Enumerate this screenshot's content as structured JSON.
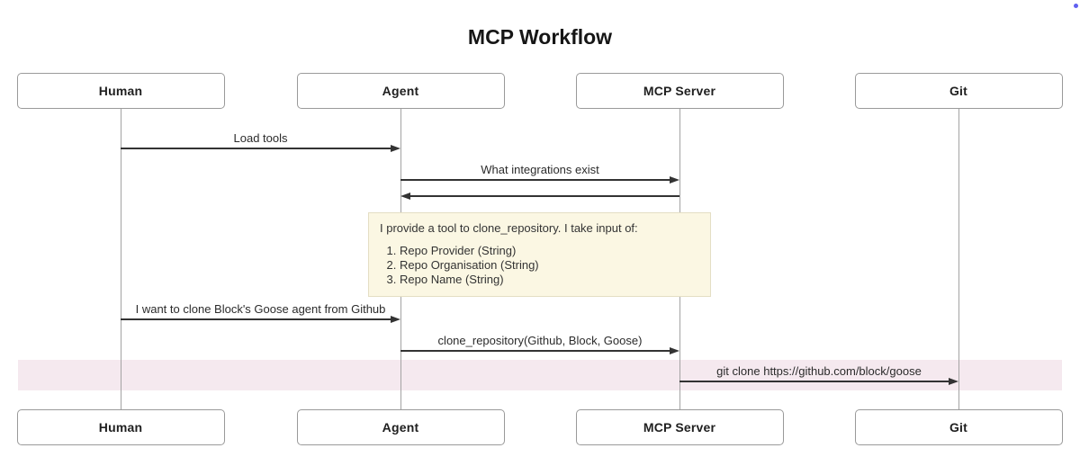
{
  "title": "MCP Workflow",
  "participants": [
    {
      "id": "human",
      "label": "Human"
    },
    {
      "id": "agent",
      "label": "Agent"
    },
    {
      "id": "mcp-server",
      "label": "MCP Server"
    },
    {
      "id": "git",
      "label": "Git"
    }
  ],
  "messages": [
    {
      "from": "human",
      "to": "agent",
      "label": "Load tools"
    },
    {
      "from": "agent",
      "to": "mcp-server",
      "label": "What integrations exist"
    },
    {
      "from": "mcp-server",
      "to": "agent",
      "label": ""
    },
    {
      "from": "human",
      "to": "agent",
      "label": "I want to clone Block's Goose agent from Github"
    },
    {
      "from": "agent",
      "to": "mcp-server",
      "label": "clone_repository(Github, Block, Goose)"
    },
    {
      "from": "mcp-server",
      "to": "git",
      "label": "git clone https://github.com/block/goose",
      "highlighted": true
    }
  ],
  "note": {
    "attached_to": "mcp-server",
    "intro": "I provide a tool to clone_repository. I take input of:",
    "items": [
      "Repo Provider (String)",
      "Repo Organisation (String)",
      "Repo Name (String)"
    ]
  },
  "colors": {
    "note_fill": "#fbf7e3",
    "note_border": "#e4dec4",
    "highlight_band": "#f5e9ef",
    "actor_border": "#9a9a9a",
    "lifeline": "#a3a3a3",
    "arrow": "#333333",
    "cursor_dot": "#6060f0"
  }
}
